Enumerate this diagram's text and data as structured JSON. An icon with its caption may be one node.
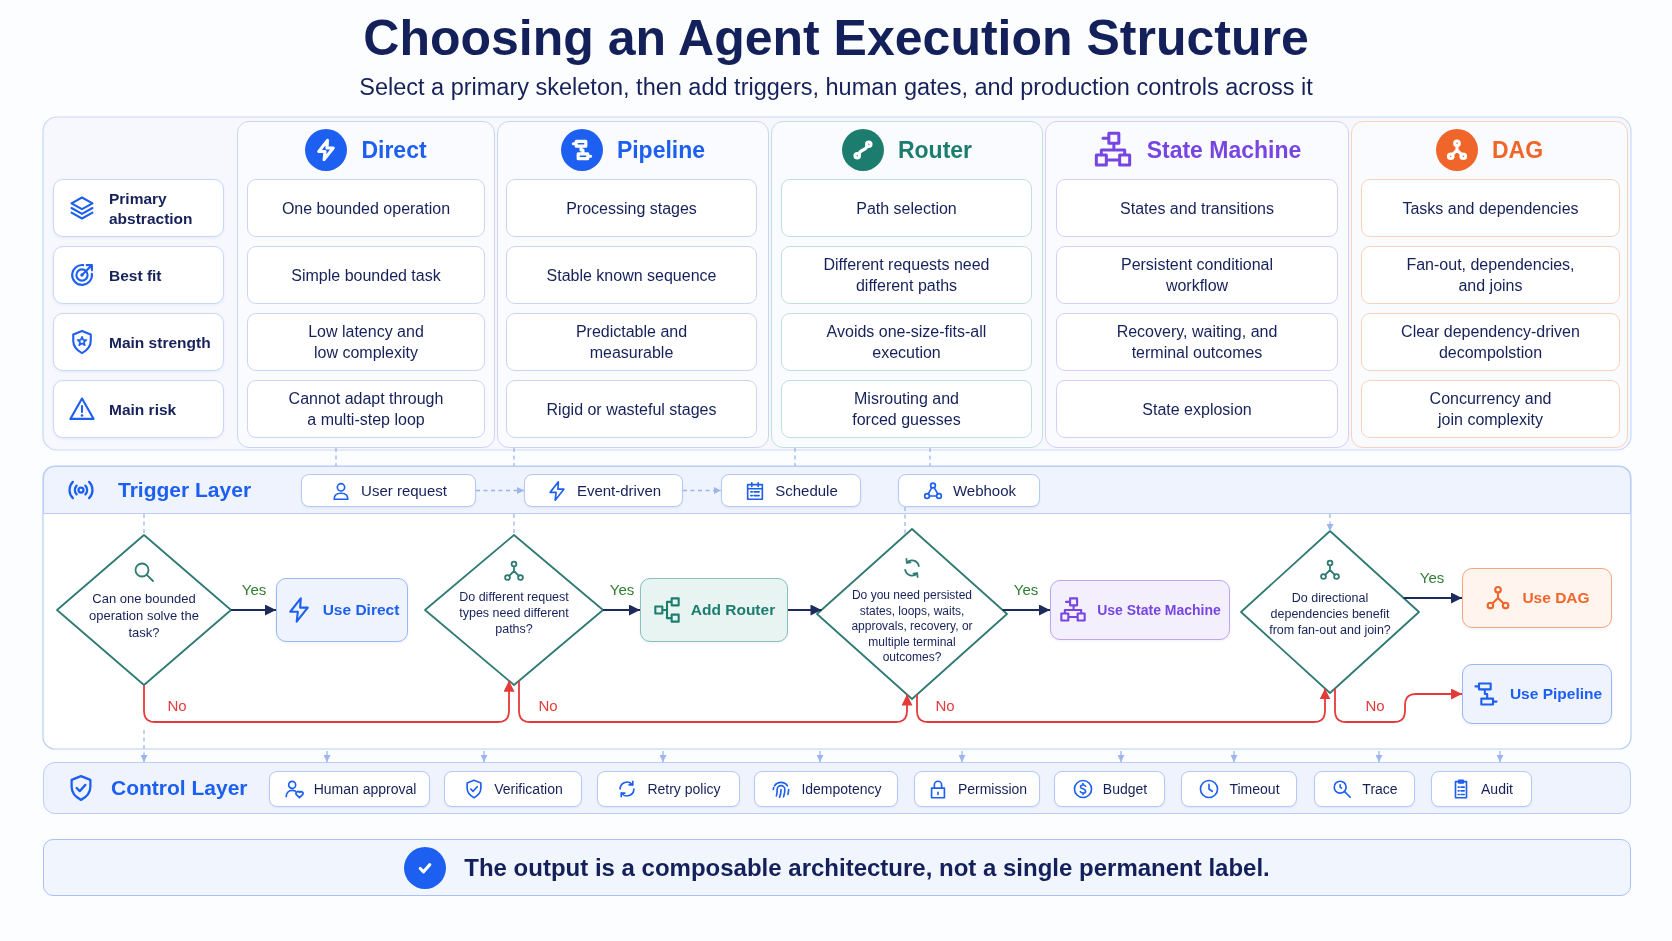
{
  "diagram": {
    "title": "Choosing an Agent Execution Structure",
    "labels": [
      "Select a primary skeleton, then add triggers, human gates, and production controls across it"
    ],
    "nodes": [
      {
        "text": [
          "Primary abstraction"
        ]
      },
      {
        "text": [
          "Best fit"
        ]
      },
      {
        "text": [
          "Main strength"
        ]
      },
      {
        "text": [
          "Main risk"
        ]
      },
      {
        "text": [
          "Direct"
        ]
      },
      {
        "text": [
          "One bounded operation"
        ],
        "in": 4
      },
      {
        "text": [
          "Simple bounded task"
        ],
        "in": 4
      },
      {
        "text": [
          "Low latency and low complexity"
        ],
        "in": 4
      },
      {
        "text": [
          "Cannot adapt through a multi-step loop"
        ],
        "in": 4
      },
      {
        "text": [
          "Pipeline"
        ]
      },
      {
        "text": [
          "Processing stages"
        ],
        "in": 9
      },
      {
        "text": [
          "Stable known sequence"
        ],
        "in": 9
      },
      {
        "text": [
          "Predictable and measurable"
        ],
        "in": 9
      },
      {
        "text": [
          "Rigid or wasteful stages"
        ],
        "in": 9
      },
      {
        "text": [
          "Router"
        ]
      },
      {
        "text": [
          "Path selection"
        ],
        "in": 14
      },
      {
        "text": [
          "Different requests need different paths"
        ],
        "in": 14
      },
      {
        "text": [
          "Avoids one-size-fits-all execution"
        ],
        "in": 14
      },
      {
        "text": [
          "Misrouting and forced guesses"
        ],
        "in": 14
      },
      {
        "text": [
          "State Machine"
        ]
      },
      {
        "text": [
          "States and transitions"
        ],
        "in": 19
      },
      {
        "text": [
          "Persistent conditional workflow"
        ],
        "in": 19
      },
      {
        "text": [
          "Recovery, waiting, and terminal outcomes"
        ],
        "in": 19
      },
      {
        "text": [
          "State explosion"
        ],
        "in": 19
      },
      {
        "text": [
          "DAG"
        ]
      },
      {
        "text": [
          "Tasks and dependencies"
        ],
        "in": 24
      },
      {
        "text": [
          "Fan-out, dependencies, and joins"
        ],
        "in": 24
      },
      {
        "text": [
          "Clear dependency-driven decompolstion"
        ],
        "in": 24
      },
      {
        "text": [
          "Concurrency and join complexity"
        ],
        "in": 24
      },
      {
        "text": [
          "Trigger Layer"
        ]
      },
      {
        "text": [
          "User request"
        ],
        "in": 29
      },
      {
        "text": [
          "Event-driven"
        ],
        "in": 29
      },
      {
        "text": [
          "Schedule"
        ],
        "in": 29
      },
      {
        "text": [
          "Webhook"
        ],
        "in": 29
      },
      {
        "text": [
          "Can one bounded operation solve the task?"
        ]
      },
      {
        "text": [
          "Use Direct"
        ]
      },
      {
        "text": [
          "Do different request types need different paths?"
        ]
      },
      {
        "text": [
          "Add Router"
        ]
      },
      {
        "text": [
          "Do you need persisted states, loops, waits, approvals, recovery, or multiple terminal outcomes?"
        ]
      },
      {
        "text": [
          "Use State Machine"
        ]
      },
      {
        "text": [
          "Do directional dependencies benefit from fan-out and join?"
        ]
      },
      {
        "text": [
          "Use DAG"
        ]
      },
      {
        "text": [
          "Use Pipeline"
        ]
      },
      {
        "text": [
          "Control Layer"
        ]
      },
      {
        "text": [
          "Human approval"
        ],
        "in": 43
      },
      {
        "text": [
          "Verification"
        ],
        "in": 43
      },
      {
        "text": [
          "Retry policy"
        ],
        "in": 43
      },
      {
        "text": [
          "Idempotency"
        ],
        "in": 43
      },
      {
        "text": [
          "Permission"
        ],
        "in": 43
      },
      {
        "text": [
          "Budget"
        ],
        "in": 43
      },
      {
        "text": [
          "Timeout"
        ],
        "in": 43
      },
      {
        "text": [
          "Trace"
        ],
        "in": 43
      },
      {
        "text": [
          "Audit"
        ],
        "in": 43
      },
      {
        "text": [
          "The output is a composable architecture, not a single permanent label."
        ]
      }
    ],
    "edges": [
      {
        "from": 34,
        "to": 35,
        "arrow": "to",
        "label": "Yes",
        "color": "#1c2a5c"
      },
      {
        "from": 34,
        "to": 36,
        "arrow": "to",
        "label": "No",
        "color": "#e53a3a"
      },
      {
        "from": 36,
        "to": 37,
        "arrow": "to",
        "label": "Yes",
        "color": "#1c2a5c"
      },
      {
        "from": 37,
        "to": 38,
        "arrow": "to",
        "color": "#1c2a5c"
      },
      {
        "from": 36,
        "to": 38,
        "arrow": "to",
        "label": "No",
        "color": "#e53a3a"
      },
      {
        "from": 38,
        "to": 39,
        "arrow": "to",
        "label": "Yes",
        "color": "#1c2a5c"
      },
      {
        "from": 38,
        "to": 40,
        "arrow": "to",
        "label": "No",
        "color": "#e53a3a"
      },
      {
        "from": 40,
        "to": 41,
        "arrow": "to",
        "label": "Yes",
        "color": "#1c2a5c"
      },
      {
        "from": 40,
        "to": 42,
        "arrow": "to",
        "label": "No",
        "color": "#e53a3a"
      },
      {
        "from": 30,
        "to": 31,
        "arrow": "to",
        "style": "dashed",
        "color": "#9db5ea"
      },
      {
        "from": 31,
        "to": 32,
        "arrow": "to",
        "style": "dashed",
        "color": "#9db5ea"
      },
      {
        "from": 4,
        "to": 29,
        "arrow": "none",
        "style": "dashed",
        "color": "#9db5ea"
      },
      {
        "from": 9,
        "to": 29,
        "arrow": "none",
        "style": "dashed",
        "color": "#9db5ea"
      },
      {
        "from": 14,
        "to": 29,
        "arrow": "none",
        "style": "dashed",
        "color": "#9db5ea"
      },
      {
        "from": 14,
        "to": 29,
        "arrow": "none",
        "style": "dashed",
        "color": "#9db5ea"
      },
      {
        "from": 29,
        "to": 34,
        "arrow": "none",
        "style": "dashed",
        "color": "#9db5ea"
      },
      {
        "from": 29,
        "to": 36,
        "arrow": "none",
        "style": "dashed",
        "color": "#9db5ea"
      },
      {
        "from": 33,
        "to": 38,
        "arrow": "none",
        "style": "dashed",
        "color": "#9db5ea"
      },
      {
        "from": 29,
        "to": 40,
        "arrow": "to",
        "style": "dashed",
        "color": "#9db5ea"
      },
      {
        "from": null,
        "to": 43,
        "arrow": "to",
        "style": "dashed",
        "color": "#9db5ea"
      },
      {
        "from": null,
        "to": 43,
        "arrow": "to",
        "style": "dashed",
        "color": "#9db5ea"
      },
      {
        "from": null,
        "to": 43,
        "arrow": "to",
        "style": "dashed",
        "color": "#9db5ea"
      },
      {
        "from": null,
        "to": 43,
        "arrow": "to",
        "style": "dashed",
        "color": "#9db5ea"
      },
      {
        "from": null,
        "to": 43,
        "arrow": "to",
        "style": "dashed",
        "color": "#9db5ea"
      },
      {
        "from": null,
        "to": 43,
        "arrow": "to",
        "style": "dashed",
        "color": "#9db5ea"
      },
      {
        "from": null,
        "to": 43,
        "arrow": "to",
        "style": "dashed",
        "color": "#9db5ea"
      },
      {
        "from": null,
        "to": 43,
        "arrow": "to",
        "style": "dashed",
        "color": "#9db5ea"
      },
      {
        "from": null,
        "to": 43,
        "arrow": "to",
        "style": "dashed",
        "color": "#9db5ea"
      },
      {
        "from": null,
        "to": 43,
        "arrow": "to",
        "style": "dashed",
        "color": "#9db5ea"
      }
    ]
  }
}
